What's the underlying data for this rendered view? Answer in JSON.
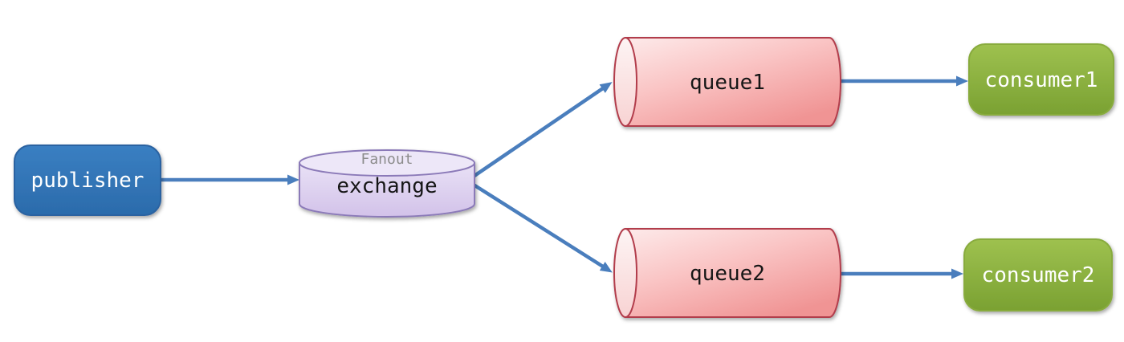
{
  "diagram": {
    "kind": "fanout-exchange-topology",
    "arrow_color": "#4a7ebd",
    "nodes": {
      "publisher": {
        "label": "publisher",
        "fill_top": "#3a7fc2",
        "fill_bottom": "#2b6bab",
        "stroke": "#2b62a1",
        "text_color": "#ffffff"
      },
      "exchange": {
        "label": "exchange",
        "type_label": "Fanout",
        "fill_top": "#e9e1f6",
        "fill_bottom": "#d2c2e9",
        "cap_fill": "#ede7f8",
        "stroke": "#8b7ab8",
        "text_color": "#141414",
        "type_text_color": "#8c8c8c"
      },
      "queue1": {
        "label": "queue1"
      },
      "queue2": {
        "label": "queue2"
      },
      "consumer1": {
        "label": "consumer1"
      },
      "consumer2": {
        "label": "consumer2"
      }
    },
    "queue_style": {
      "fill_light": "#fdeaea",
      "fill_mid": "#fac5c5",
      "fill_dark": "#f09494",
      "cap_fill_top": "#fdf4f4",
      "cap_fill_bottom": "#f8d3d3",
      "stroke": "#b23c4c",
      "text_color": "#141414"
    },
    "consumer_style": {
      "fill_top": "#9ec14f",
      "fill_bottom": "#7aa132",
      "stroke": "#88ab3e",
      "text_color": "#ffffff"
    },
    "edges": [
      {
        "from": "publisher",
        "to": "exchange"
      },
      {
        "from": "exchange",
        "to": "queue1"
      },
      {
        "from": "exchange",
        "to": "queue2"
      },
      {
        "from": "queue1",
        "to": "consumer1"
      },
      {
        "from": "queue2",
        "to": "consumer2"
      }
    ]
  }
}
